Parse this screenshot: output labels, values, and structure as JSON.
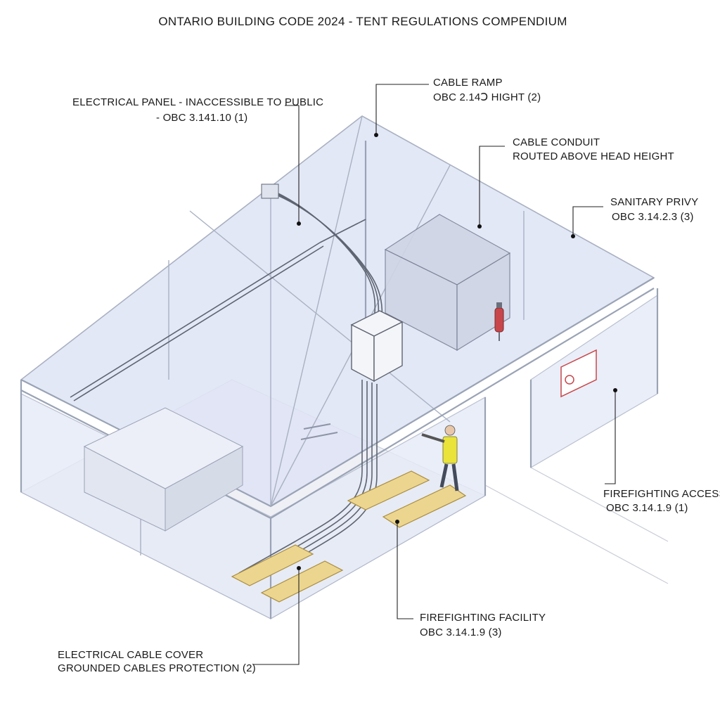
{
  "title": "ONTARIO BUILDING CODE 2024 - TENT REGULATIONS COMPENDIUM",
  "labels": {
    "electrical_panel_line1": "ELECTRICAL PANEL - INACCESSIBLE TO PUBLIC",
    "electrical_panel_line2": "- OBC 3.141.10 (1)",
    "cable_ramp_line1": "CABLE RAMP",
    "cable_ramp_line2": "OBC 2.14Ↄ HIGHT (2)",
    "cable_conduit_line1": "CABLE CONDUIT",
    "cable_conduit_line2": "ROUTED ABOVE HEAD HEIGHT",
    "sanitary_line1": "SANITARY PRIVY",
    "sanitary_line2": "OBC 3.14.2.3 (3)",
    "ff_access_line1": "FIREFIGHTING ACCESS",
    "ff_access_line2": "OBC 3.14.1.9 (1)",
    "ff_facility_line1": "FIREFIGHTING FACILITY",
    "ff_facility_line2": "OBC 3.14.1.9 (3)",
    "cable_cover_line1": "ELECTRICAL CABLE COVER",
    "cable_cover_line2": "GROUNDED CABLES PROTECTION (2)"
  },
  "colors": {
    "tent_fabric": "#dfe4f5",
    "frame": "#9aa3b5",
    "ramp": "#ecd58f",
    "vest": "#e9e33a",
    "extinguisher": "#c8464a"
  }
}
